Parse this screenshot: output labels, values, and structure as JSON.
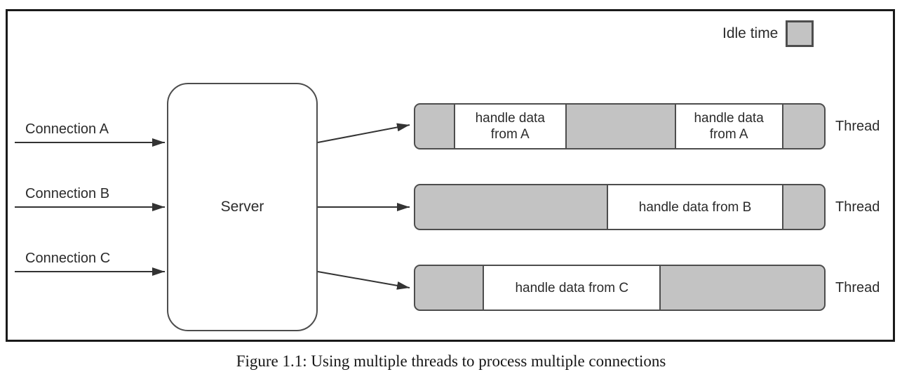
{
  "figure": {
    "caption": "Figure 1.1: Using multiple threads to process multiple connections"
  },
  "legend": {
    "label": "Idle time"
  },
  "server": {
    "label": "Server"
  },
  "connections": [
    {
      "label": "Connection A"
    },
    {
      "label": "Connection B"
    },
    {
      "label": "Connection C"
    }
  ],
  "threads": [
    {
      "label": "Thread",
      "segments": [
        {
          "type": "idle",
          "label": ""
        },
        {
          "type": "busy",
          "label": "handle data from A"
        },
        {
          "type": "idle",
          "label": ""
        },
        {
          "type": "busy",
          "label": "handle data from A"
        },
        {
          "type": "idle",
          "label": ""
        }
      ]
    },
    {
      "label": "Thread",
      "segments": [
        {
          "type": "idle",
          "label": ""
        },
        {
          "type": "busy",
          "label": "handle data from B"
        },
        {
          "type": "idle",
          "label": ""
        }
      ]
    },
    {
      "label": "Thread",
      "segments": [
        {
          "type": "idle",
          "label": ""
        },
        {
          "type": "busy",
          "label": "handle data from C"
        },
        {
          "type": "idle",
          "label": ""
        }
      ]
    }
  ],
  "colors": {
    "idle_fill": "#c3c3c3",
    "stroke": "#4d4d4d",
    "line": "#333333",
    "text": "#2b2b2b",
    "border": "#1a1a1a"
  }
}
